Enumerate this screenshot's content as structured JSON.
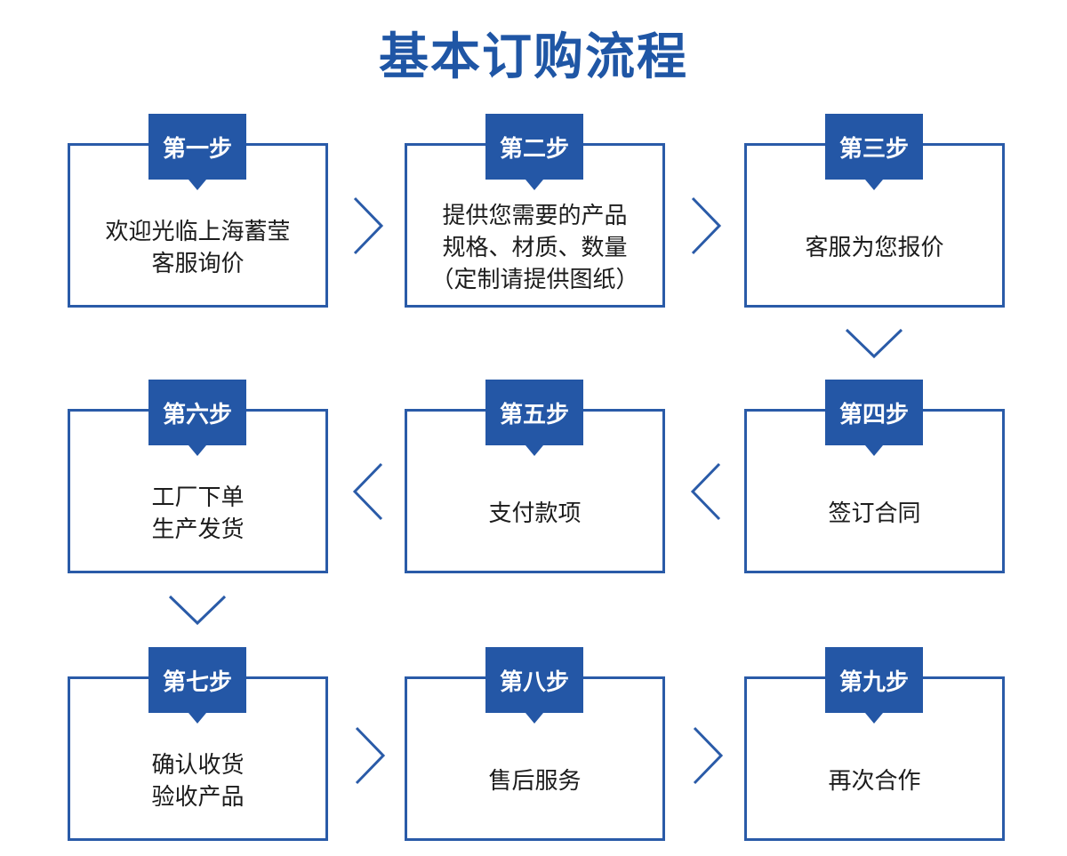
{
  "title": "基本订购流程",
  "colors": {
    "accent": "#2457a6",
    "title": "#1f56a5",
    "text": "#1c1c1c",
    "background": "#ffffff"
  },
  "steps": [
    {
      "label": "第一步",
      "lines": [
        "欢迎光临上海蓄莹",
        "客服询价"
      ]
    },
    {
      "label": "第二步",
      "lines": [
        "提供您需要的产品",
        "规格、材质、数量",
        "（定制请提供图纸）"
      ]
    },
    {
      "label": "第三步",
      "lines": [
        "客服为您报价"
      ]
    },
    {
      "label": "第四步",
      "lines": [
        "签订合同"
      ]
    },
    {
      "label": "第五步",
      "lines": [
        "支付款项"
      ]
    },
    {
      "label": "第六步",
      "lines": [
        "工厂下单",
        "生产发货"
      ]
    },
    {
      "label": "第七步",
      "lines": [
        "确认收货",
        "验收产品"
      ]
    },
    {
      "label": "第八步",
      "lines": [
        "售后服务"
      ]
    },
    {
      "label": "第九步",
      "lines": [
        "再次合作"
      ]
    }
  ],
  "connectors": [
    "chevron-right-icon",
    "chevron-right-icon",
    "chevron-down-icon",
    "chevron-left-icon",
    "chevron-left-icon",
    "chevron-down-icon",
    "chevron-right-icon",
    "chevron-right-icon"
  ]
}
